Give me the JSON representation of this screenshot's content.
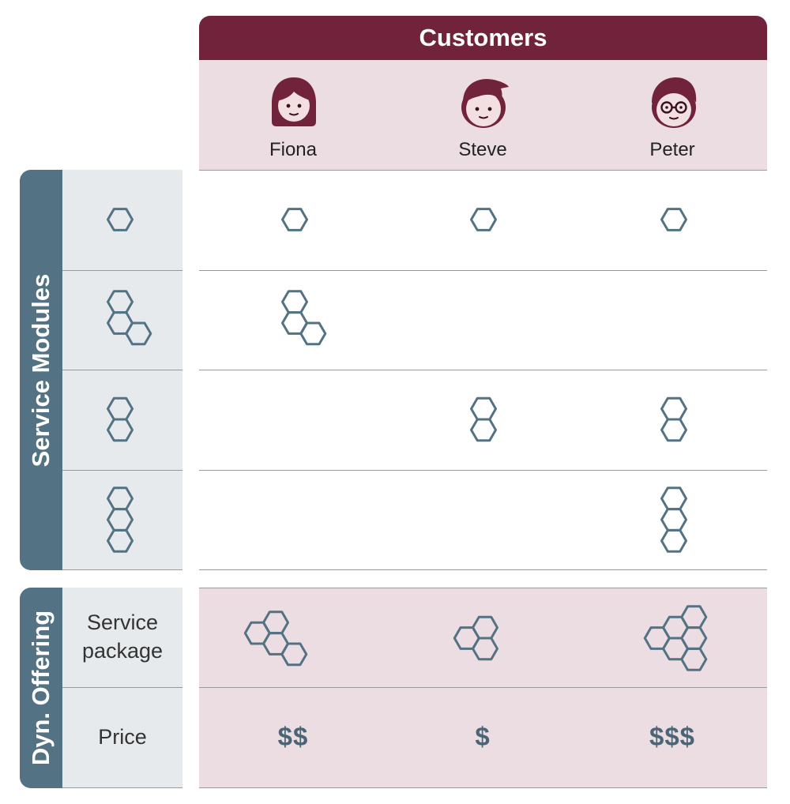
{
  "header": {
    "title": "Customers"
  },
  "customers": [
    {
      "name": "Fiona",
      "icon": "girl-avatar-icon"
    },
    {
      "name": "Steve",
      "icon": "boy-avatar-icon"
    },
    {
      "name": "Peter",
      "icon": "glasses-avatar-icon"
    }
  ],
  "sections": {
    "modules_label": "Service Modules",
    "offering_label": "Dyn. Offering"
  },
  "offering_rows": {
    "package_label": "Service package",
    "price_label": "Price"
  },
  "prices": [
    "$$",
    "$",
    "$$$"
  ],
  "modules": [
    {
      "name": "single-hex-module",
      "hex_count": 1,
      "customers": [
        "Fiona",
        "Steve",
        "Peter"
      ]
    },
    {
      "name": "three-hex-cluster-module",
      "hex_count": 3,
      "customers": [
        "Fiona"
      ]
    },
    {
      "name": "two-hex-stack-module",
      "hex_count": 2,
      "customers": [
        "Steve",
        "Peter"
      ]
    },
    {
      "name": "three-hex-stack-module",
      "hex_count": 3,
      "customers": [
        "Peter"
      ]
    }
  ],
  "colors": {
    "maroon": "#72233c",
    "pink_band": "#ecdde2",
    "slate": "#537283",
    "label_gray": "#e6eaed",
    "hex_stroke": "#537283"
  }
}
